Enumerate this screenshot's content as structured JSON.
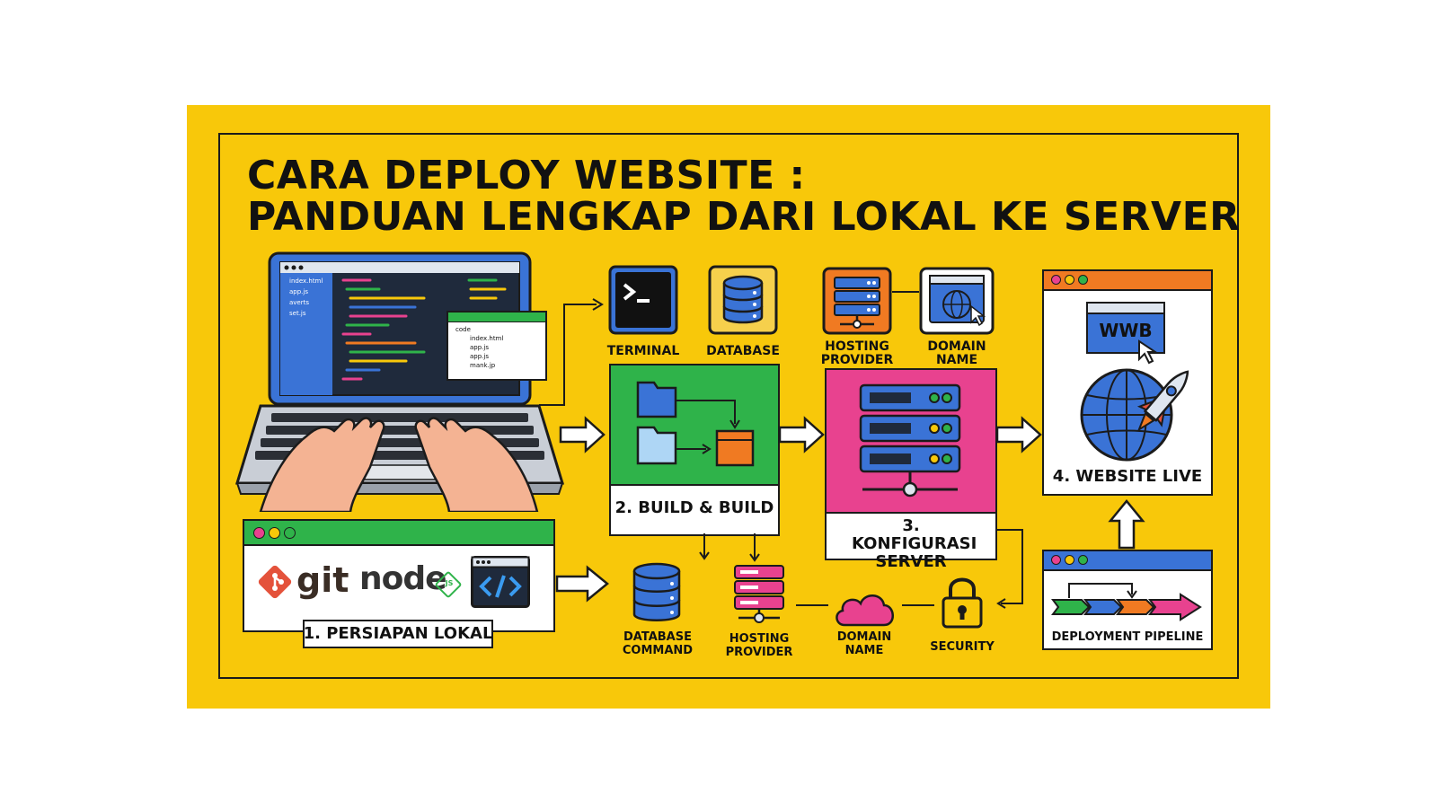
{
  "title": {
    "line1": "CARA DEPLOY WEBSITE :",
    "line2": "PANDUAN LENGKAP DARI LOKAL KE SERVER"
  },
  "laptop": {
    "files": [
      "index.html",
      "app.js",
      "averts",
      "set.js"
    ],
    "tree": {
      "root": "code",
      "items": [
        "index.html",
        "app.js",
        "app.js",
        "mank.jp"
      ]
    }
  },
  "step1": {
    "label": "1. PERSIAPAN LOKAL",
    "git": "git",
    "node": "node",
    "node_suffix": "JS"
  },
  "tools_top": {
    "terminal": "TERMINAL",
    "database": "DATABASE",
    "hosting_provider": "HOSTING PROVIDER",
    "domain_name": "DOMAIN NAME"
  },
  "step2": {
    "label": "2. BUILD & BUILD"
  },
  "step3": {
    "label": "3. KONFIGURASI SERVER"
  },
  "step4": {
    "label": "4. WEBSITE LIVE",
    "browser_text": "WWB"
  },
  "bottom": {
    "database_command": "DATABASE COMMAND",
    "hosting_provider": "HOSTING PROVIDER",
    "domain_name": "DOMAIN NAME",
    "security": "SECURITY",
    "pipeline": "DEPLOYMENT PIPELINE"
  },
  "colors": {
    "background": "#f8c80a",
    "green": "#2fb34a",
    "pink": "#e8428f",
    "blue": "#3a73d6",
    "orange": "#f07a22",
    "dark": "#1b1b1b"
  }
}
